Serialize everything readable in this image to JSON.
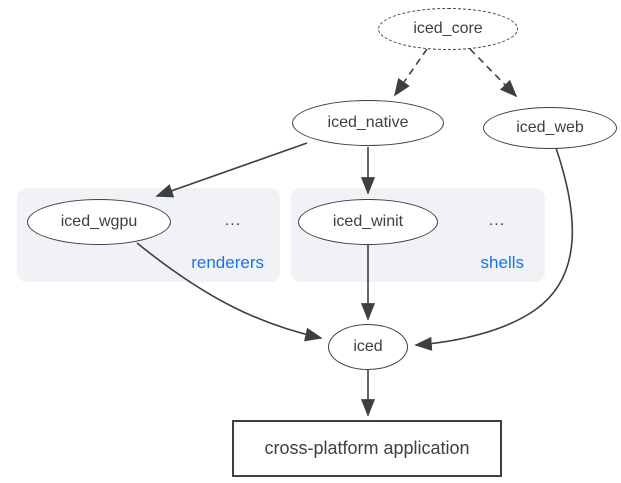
{
  "diagram": {
    "title_hint": "iced ecosystem dependency graph",
    "colors": {
      "background": "#ffffff",
      "stroke": "#3c4043",
      "text": "#3c4043",
      "group_fill": "#f0f2f5",
      "group_label_blue": "#1a73e8"
    },
    "nodes": {
      "iced_core": {
        "label": "iced_core",
        "shape": "ellipse",
        "border": "dashed"
      },
      "iced_native": {
        "label": "iced_native",
        "shape": "ellipse",
        "border": "solid"
      },
      "iced_web": {
        "label": "iced_web",
        "shape": "ellipse",
        "border": "solid"
      },
      "iced_wgpu": {
        "label": "iced_wgpu",
        "shape": "ellipse",
        "border": "solid"
      },
      "iced_winit": {
        "label": "iced_winit",
        "shape": "ellipse",
        "border": "solid"
      },
      "iced": {
        "label": "iced",
        "shape": "ellipse",
        "border": "solid"
      },
      "app": {
        "label": "cross-platform application",
        "shape": "rectangle",
        "border": "solid"
      }
    },
    "groups": {
      "renderers": {
        "label": "renderers",
        "ellipsis": "...",
        "contains": [
          "iced_wgpu"
        ]
      },
      "shells": {
        "label": "shells",
        "ellipsis": "...",
        "contains": [
          "iced_winit"
        ]
      }
    },
    "edges": [
      {
        "from": "iced_core",
        "to": "iced_native",
        "style": "dashed"
      },
      {
        "from": "iced_core",
        "to": "iced_web",
        "style": "dashed"
      },
      {
        "from": "iced_native",
        "to": "iced_wgpu",
        "style": "solid"
      },
      {
        "from": "iced_native",
        "to": "iced_winit",
        "style": "solid"
      },
      {
        "from": "iced_wgpu",
        "to": "iced",
        "style": "solid"
      },
      {
        "from": "iced_winit",
        "to": "iced",
        "style": "solid"
      },
      {
        "from": "iced_web",
        "to": "iced",
        "style": "solid"
      },
      {
        "from": "iced",
        "to": "app",
        "style": "solid"
      }
    ]
  }
}
